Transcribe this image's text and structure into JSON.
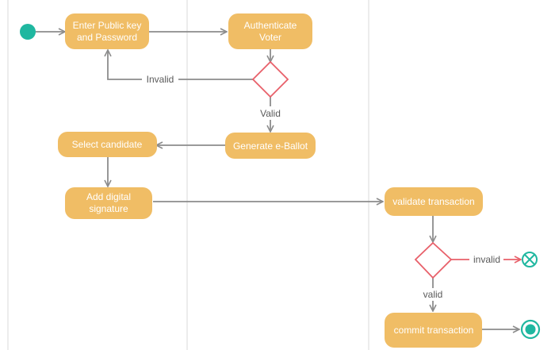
{
  "diagram": {
    "type": "activity-diagram",
    "colors": {
      "action": "#f0bd65",
      "action_text": "#ffffff",
      "start": "#1fb7a0",
      "decision": "#e8606a",
      "edge": "#8c8c8c",
      "lane_divider": "#d9d9d9"
    },
    "nodes": {
      "enter_credentials": {
        "line1": "Enter Public key",
        "line2": "and Password"
      },
      "authenticate": {
        "line1": "Authenticate",
        "line2": "Voter"
      },
      "generate_ballot": {
        "label": "Generate e-Ballot"
      },
      "select_candidate": {
        "label": "Select candidate"
      },
      "add_signature": {
        "line1": "Add digital",
        "line2": "signature"
      },
      "validate_tx": {
        "label": "validate transaction"
      },
      "commit_tx": {
        "label": "commit transaction"
      }
    },
    "edge_labels": {
      "auth_invalid": "Invalid",
      "auth_valid": "Valid",
      "tx_invalid": "invalid",
      "tx_valid": "valid"
    }
  }
}
